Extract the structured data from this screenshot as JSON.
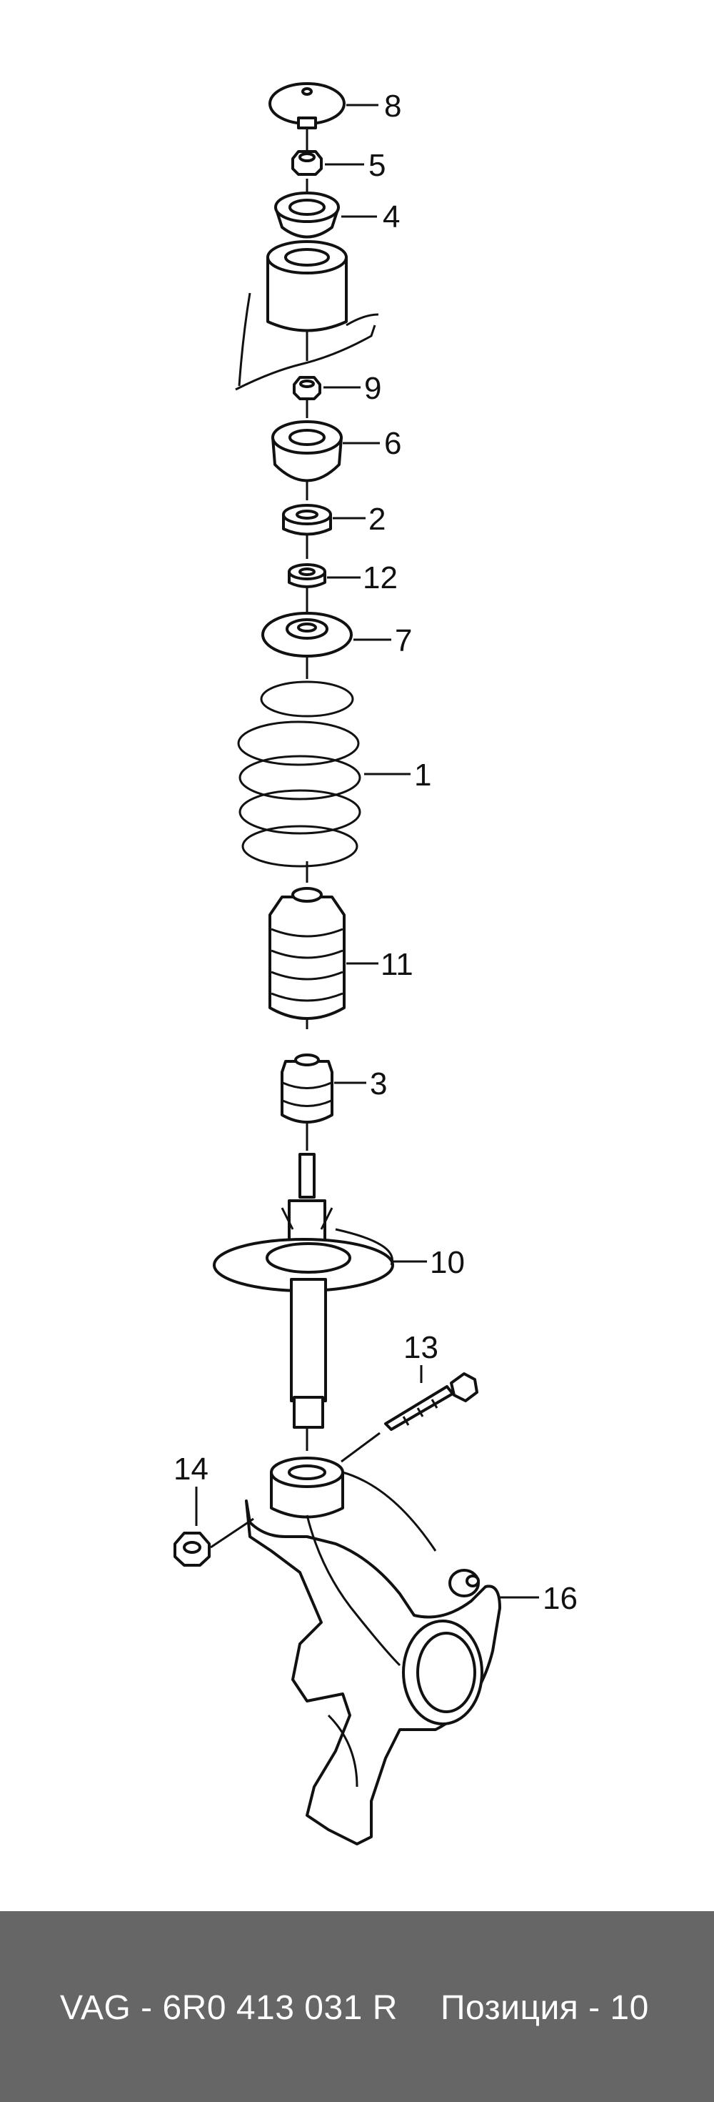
{
  "diagram": {
    "callouts": [
      {
        "id": "8",
        "text": "8"
      },
      {
        "id": "5",
        "text": "5"
      },
      {
        "id": "4",
        "text": "4"
      },
      {
        "id": "9",
        "text": "9"
      },
      {
        "id": "6",
        "text": "6"
      },
      {
        "id": "2",
        "text": "2"
      },
      {
        "id": "12",
        "text": "12"
      },
      {
        "id": "7",
        "text": "7"
      },
      {
        "id": "1",
        "text": "1"
      },
      {
        "id": "11",
        "text": "11"
      },
      {
        "id": "3",
        "text": "3"
      },
      {
        "id": "10",
        "text": "10"
      },
      {
        "id": "13",
        "text": "13"
      },
      {
        "id": "14",
        "text": "14"
      },
      {
        "id": "16",
        "text": "16"
      }
    ]
  },
  "footer": {
    "part_number": "VAG - 6R0 413 031 R",
    "position": "Позиция - 10",
    "background": "#666666",
    "text_color": "#ffffff"
  }
}
